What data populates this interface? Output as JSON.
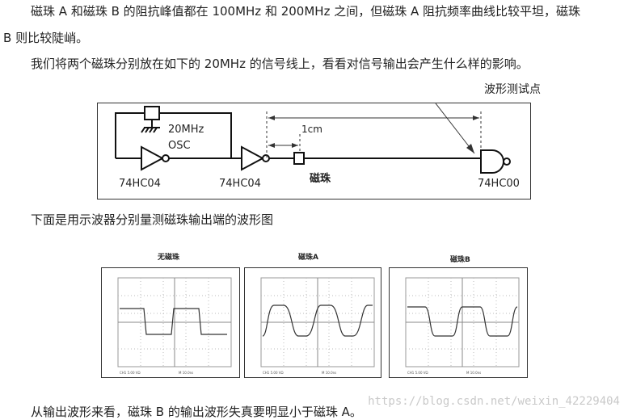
{
  "text": {
    "para1_line1_parts": [
      "磁珠 ",
      "A",
      " 和磁珠 ",
      "B",
      " 的阻抗峰值都在 ",
      "100MHz",
      " 和 ",
      "200MHz",
      " 之间，但磁珠 ",
      "A",
      " 阻抗频率曲线比较平坦，磁珠"
    ],
    "para1_line2_parts": [
      "B",
      " 则比较陡峭。"
    ],
    "para2_parts": [
      "我们将两个磁珠分别放在如下的 ",
      "20MHz",
      " 的信号线上，看看对信号输出会产生什么样的影响。"
    ],
    "test_point_label": "波形测试点",
    "para3": "下面是用示波器分别量测磁珠输出端的波形图",
    "para4_parts": [
      "从输出波形来看，磁珠 ",
      "B",
      " 的输出波形失真要明显小于磁珠 ",
      "A",
      "。"
    ]
  },
  "circuit": {
    "osc_freq": "20MHz",
    "osc_label": "OSC",
    "chip1": "74HC04",
    "chip2": "74HC04",
    "chip3": "74HC00",
    "distance_label": "1cm",
    "bead_label": "磁珠"
  },
  "scopes": [
    {
      "title": "无磁珠",
      "footer_left": "CH1  5.00 VΩ",
      "footer_right": "M 10.0ns"
    },
    {
      "title": "磁珠A",
      "footer_left": "CH1  5.00 VΩ",
      "footer_right": "M 10.0ns"
    },
    {
      "title": "磁珠B",
      "footer_left": "CH1  5.00 VΩ",
      "footer_right": "M 10.0ns"
    }
  ],
  "watermark": "https://blog.csdn.net/weixin_42229404"
}
